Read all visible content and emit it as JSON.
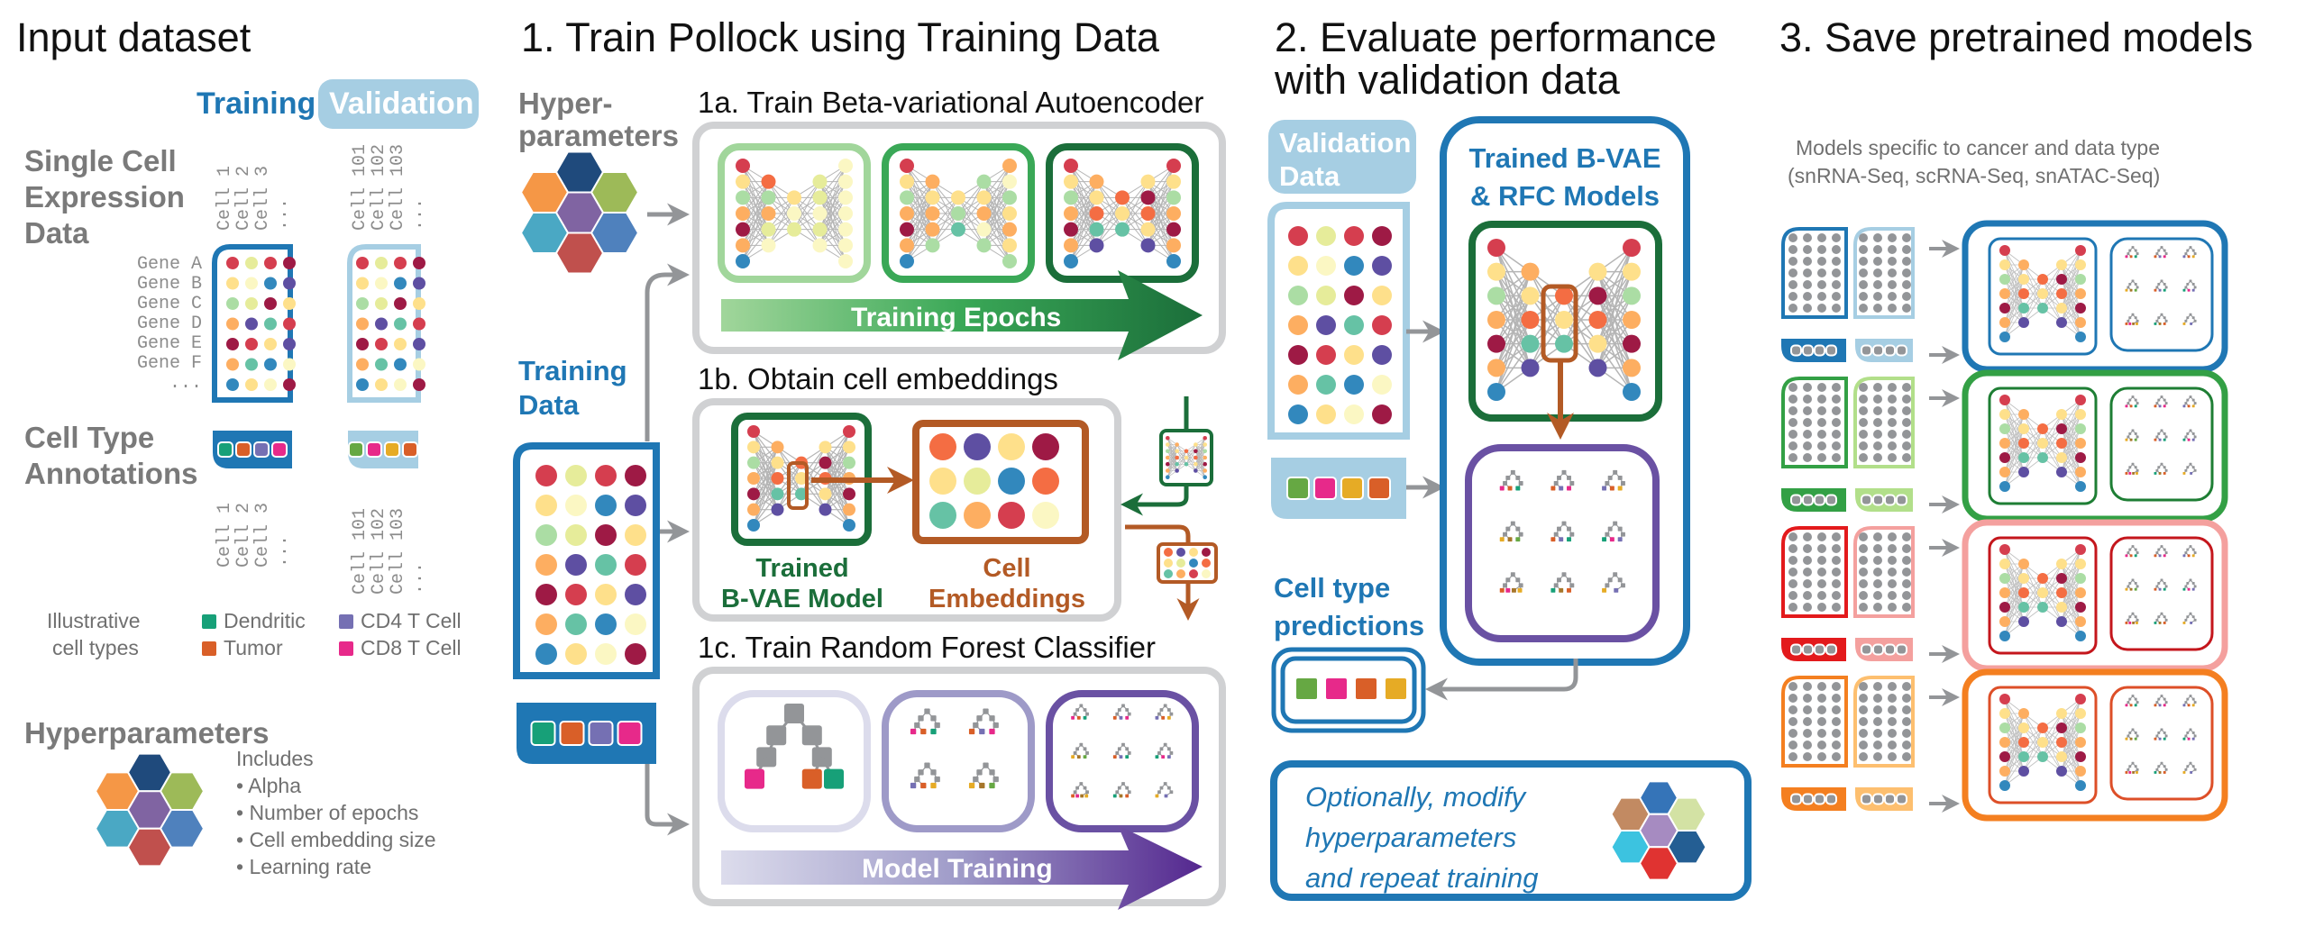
{
  "colors": {
    "training_blue": "#1f77b4",
    "validation_light_blue": "#a6cee3",
    "frame_gray": "#d0d1d3",
    "arrow_gray": "#939598",
    "trained_green": "#1b6e3a",
    "embed_brown": "#b35a25",
    "rf_purple": "#6a51a3",
    "tree_gray": "#939598"
  },
  "palette": {
    "red": "#d53e4f",
    "maroon": "#9e1a45",
    "yellow": "#fee08b",
    "paleyellow": "#fbf7c3",
    "lime": "#e6ec9a",
    "lightgreen": "#abdda4",
    "teal": "#66c2a5",
    "blue": "#3288bd",
    "purple": "#5e4fa2",
    "orange": "#fdae61",
    "darkorange": "#f46d43"
  },
  "cell_types": {
    "dendritic": "#17a078",
    "tumor": "#d95f28",
    "cd4": "#7570b3",
    "cd8": "#e7298a",
    "green": "#66a843",
    "gold": "#e6ab25",
    "brown": "#a6762a"
  },
  "matrix": [
    [
      "red",
      "lime",
      "red",
      "maroon"
    ],
    [
      "yellow",
      "paleyellow",
      "blue",
      "purple"
    ],
    [
      "lightgreen",
      "lime",
      "maroon",
      "yellow"
    ],
    [
      "orange",
      "purple",
      "teal",
      "red"
    ],
    [
      "maroon",
      "red",
      "yellow",
      "purple"
    ],
    [
      "orange",
      "teal",
      "blue",
      "paleyellow"
    ],
    [
      "blue",
      "yellow",
      "paleyellow",
      "maroon"
    ]
  ],
  "embeddings": [
    [
      "darkorange",
      "purple",
      "yellow",
      "maroon"
    ],
    [
      "yellow",
      "lime",
      "blue",
      "darkorange"
    ],
    [
      "teal",
      "orange",
      "red",
      "paleyellow"
    ]
  ],
  "input": {
    "title": "Input dataset",
    "training_label": "Training",
    "validation_label": "Validation",
    "expression_label": [
      "Single Cell",
      "Expression",
      "Data"
    ],
    "training_cells": [
      "Cell 1",
      "Cell 2",
      "Cell 3",
      "..."
    ],
    "validation_cells": [
      "Cell 101",
      "Cell 102",
      "Cell 103",
      "..."
    ],
    "genes": [
      "Gene A",
      "Gene B",
      "Gene C",
      "Gene D",
      "Gene E",
      "Gene F",
      "..."
    ],
    "annotations_label": [
      "Cell Type",
      "Annotations"
    ],
    "training_annotations": [
      "dendritic",
      "tumor",
      "cd4",
      "cd8"
    ],
    "validation_annotations": [
      "green",
      "cd8",
      "gold",
      "tumor"
    ],
    "legend_title": [
      "Illustrative",
      "cell types"
    ],
    "legend": [
      {
        "label": "Dendritic",
        "type": "dendritic"
      },
      {
        "label": "CD4 T Cell",
        "type": "cd4"
      },
      {
        "label": "Tumor",
        "type": "tumor"
      },
      {
        "label": "CD8 T Cell",
        "type": "cd8"
      }
    ],
    "hyperparameters_title": "Hyperparameters",
    "hyperparameters_intro": "Includes",
    "hyperparameters_list": [
      "• Alpha",
      "• Number of epochs",
      "• Cell embedding size",
      "• Learning rate"
    ]
  },
  "hex_colors": [
    "#1f4a7c",
    "#f59746",
    "#9dba58",
    "#8064a2",
    "#4aa8c4",
    "#4f81bd",
    "#c0504d"
  ],
  "hex_colors_alt": [
    "#3574b8",
    "#c28a62",
    "#d3e2a4",
    "#a68bc1",
    "#3cc3e0",
    "#245e93",
    "#e03331"
  ],
  "step1": {
    "title": "1. Train Pollock using Training Data",
    "hyper_label": [
      "Hyper-",
      "parameters"
    ],
    "training_data_label": [
      "Training",
      "Data"
    ],
    "a_title": "1a. Train Beta-variational Autoencoder",
    "a_arrow_label": "Training Epochs",
    "a_frame_colors": [
      "#a1d69b",
      "#3aa857",
      "#1b6e3a"
    ],
    "b_title": "1b. Obtain cell embeddings",
    "b_model_label": [
      "Trained",
      "B-VAE Model"
    ],
    "b_embed_label": [
      "Cell",
      "Embeddings"
    ],
    "c_title": "1c. Train Random Forest Classifier",
    "c_arrow_label": "Model Training",
    "c_frame_colors": [
      "#dcdcec",
      "#9e9ac8",
      "#6a51a3"
    ]
  },
  "step2": {
    "title": [
      "2. Evaluate performance",
      "with validation data"
    ],
    "validation_data_label": [
      "Validation",
      "Data"
    ],
    "models_label": [
      "Trained B-VAE",
      "& RFC Models"
    ],
    "predictions_label": [
      "Cell type",
      "predictions"
    ],
    "predictions": [
      "green",
      "cd8",
      "tumor",
      "gold"
    ],
    "note": [
      "Optionally, modify",
      "hyperparameters",
      "and repeat training"
    ]
  },
  "step3": {
    "title": "3. Save pretrained models",
    "subtitle": [
      "Models specific to cancer and data type",
      "(snRNA-Seq, scRNA-Seq, snATAC-Seq)"
    ],
    "model_sets": [
      {
        "dark": "#1f77b4",
        "light": "#a6cee3",
        "outer": "#1f77b4",
        "inner": "#1f77b4"
      },
      {
        "dark": "#33a045",
        "light": "#b2df8a",
        "outer": "#33a045",
        "inner": "#1e7e34"
      },
      {
        "dark": "#e31a1c",
        "light": "#f4a09e",
        "outer": "#f4a09e",
        "inner": "#c4161c"
      },
      {
        "dark": "#f47f20",
        "light": "#fdbf6f",
        "outer": "#f47f20",
        "inner": "#dd4f28"
      }
    ]
  }
}
